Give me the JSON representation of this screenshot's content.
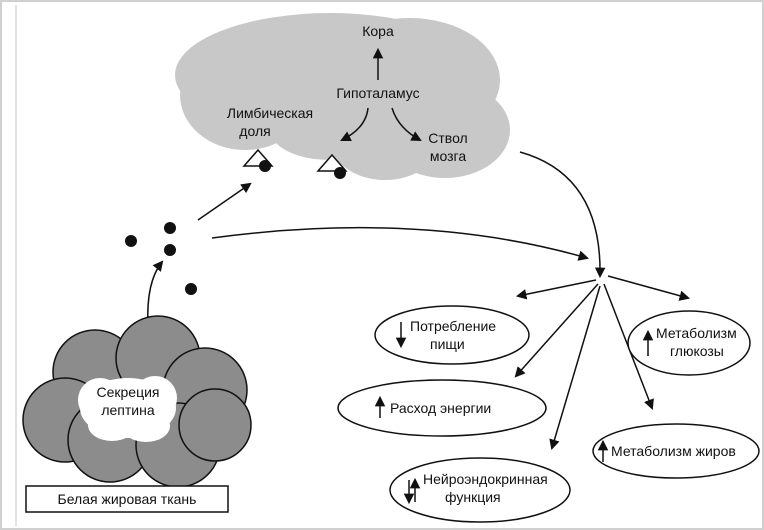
{
  "labels": {
    "cortex": "Кора",
    "hypothalamus": "Гипоталамус",
    "limbic_line1": "Лимбическая",
    "limbic_line2": "доля",
    "brainstem_line1": "Ствол",
    "brainstem_line2": "мозга",
    "secretion_line1": "Секреция",
    "secretion_line2": "лептина",
    "adipose_tissue": "Белая жировая ткань",
    "food_intake_line1": "Потребление",
    "food_intake_line2": "пищи",
    "energy_expenditure": "Расход энергии",
    "neuroendocrine_line1": "Нейроэндокринная",
    "neuroendocrine_line2": "функция",
    "glucose_line1": "Метаболизм",
    "glucose_line2": "глюкозы",
    "fat_metabolism": "Метаболизм жиров"
  },
  "colors": {
    "brain_fill": "#c8c8c8",
    "adipose_fill": "#8c8c8c",
    "stroke": "#111111",
    "frame": "#d0d0d0"
  }
}
